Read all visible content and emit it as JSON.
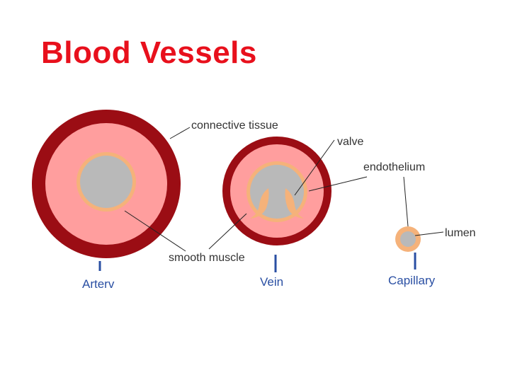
{
  "slide": {
    "title": "Blood Vessels"
  },
  "labels": {
    "connective_tissue": "connective tissue",
    "valve": "valve",
    "endothelium": "endothelium",
    "lumen": "lumen",
    "smooth_muscle": "smooth muscle"
  },
  "vessels": {
    "artery": "Arterv",
    "vein": "Vein",
    "capillary": "Capillary"
  },
  "colors": {
    "title": "#e8101c",
    "connective_tissue": "#9b0d14",
    "smooth_muscle": "#ff9e9e",
    "endothelium": "#f5b27a",
    "lumen": "#b9b9b9",
    "label_text": "#333333",
    "vessel_name": "#2a4fa3"
  }
}
